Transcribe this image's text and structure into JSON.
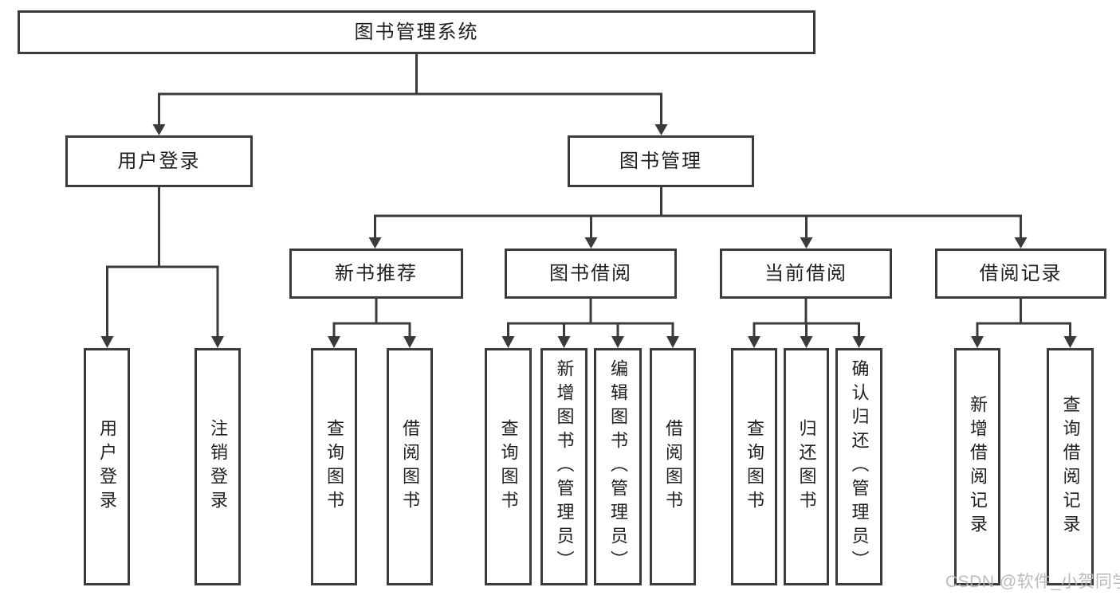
{
  "diagram": {
    "title": "图书管理系统",
    "level2": {
      "user_login": "用户登录",
      "book_management": "图书管理"
    },
    "level3": {
      "new_book_recommend": "新书推荐",
      "book_borrow": "图书借阅",
      "current_borrow": "当前借阅",
      "borrow_records": "借阅记录"
    },
    "leaves": {
      "user_login": [
        "用户登录",
        "注销登录"
      ],
      "new_book_recommend": [
        "查询图书",
        "借阅图书"
      ],
      "book_borrow": [
        "查询图书",
        "新增图书（管理员）",
        "编辑图书（管理员）",
        "借阅图书"
      ],
      "current_borrow": [
        "查询图书",
        "归还图书",
        "确认归还（管理员）"
      ],
      "borrow_records": [
        "新增借阅记录",
        "查询借阅记录"
      ]
    }
  },
  "watermark": {
    "text": "CSDN @软件_小贺同学",
    "color": "#b4b4b4"
  },
  "colors": {
    "background": "#ffffff",
    "line": "#3b3b3b",
    "text": "#1f1f1f"
  }
}
